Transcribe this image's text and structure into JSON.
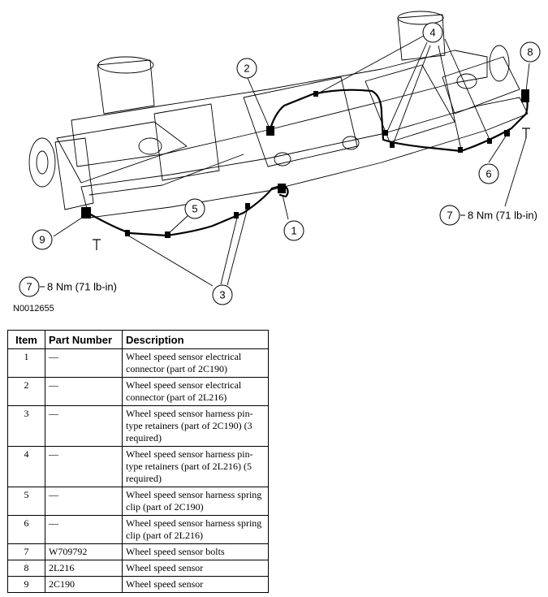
{
  "figure": {
    "id": "N0012655",
    "callouts": [
      "1",
      "2",
      "3",
      "4",
      "5",
      "6",
      "7",
      "8",
      "9"
    ],
    "torque_label": "8 Nm (71 lb-in)"
  },
  "table": {
    "headers": [
      "Item",
      "Part Number",
      "Description"
    ],
    "rows": [
      {
        "item": "1",
        "part": "—",
        "desc": "Wheel speed sensor electrical connector (part of 2C190)"
      },
      {
        "item": "2",
        "part": "—",
        "desc": "Wheel speed sensor electrical connector (part of 2L216)"
      },
      {
        "item": "3",
        "part": "—",
        "desc": "Wheel speed sensor harness pin-type retainers (part of 2C190) (3 required)"
      },
      {
        "item": "4",
        "part": "—",
        "desc": "Wheel speed sensor harness pin-type retainers (part of 2L216) (5 required)"
      },
      {
        "item": "5",
        "part": "—",
        "desc": "Wheel speed sensor harness spring clip (part of 2C190)"
      },
      {
        "item": "6",
        "part": "—",
        "desc": "Wheel speed sensor harness spring clip (part of 2L216)"
      },
      {
        "item": "7",
        "part": "W709792",
        "desc": "Wheel speed sensor bolts"
      },
      {
        "item": "8",
        "part": "2L216",
        "desc": "Wheel speed sensor"
      },
      {
        "item": "9",
        "part": "2C190",
        "desc": "Wheel speed sensor"
      }
    ]
  }
}
